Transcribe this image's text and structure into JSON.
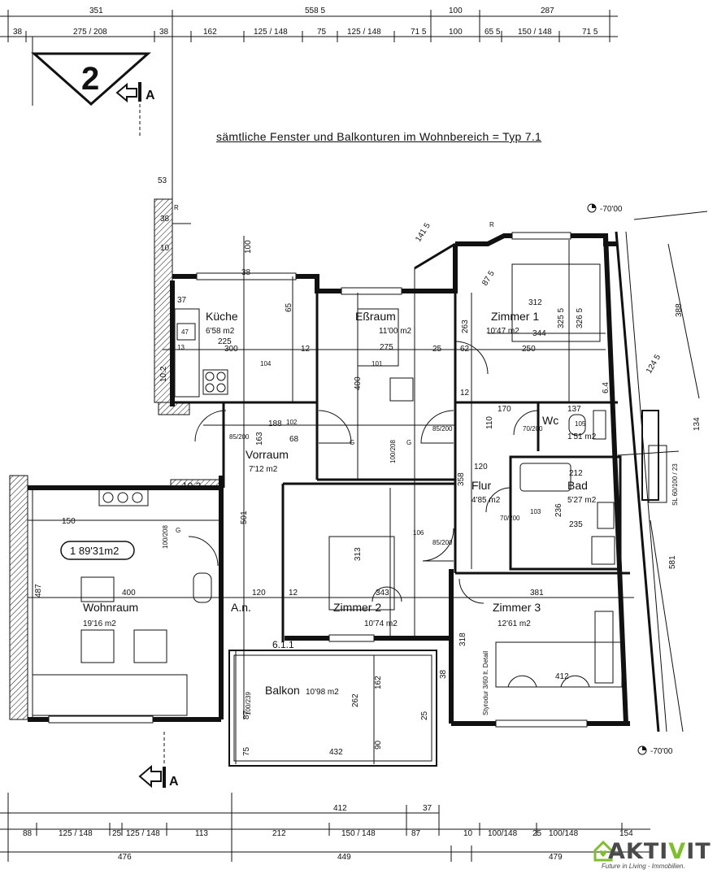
{
  "header_note": "sämtliche Fenster und Balkonturen im Wohnbereich = Typ 7.1",
  "top_number": "2",
  "section_marker": "A",
  "level_marks": [
    "-70'00",
    "-70'00"
  ],
  "unit_badge": "1   89'31m2",
  "rooms": {
    "kueche": {
      "name": "Küche",
      "area": "6'58 m2"
    },
    "essraum": {
      "name": "Eßraum",
      "area": "11'00 m2"
    },
    "zimmer1": {
      "name": "Zimmer 1",
      "area": "10'47 m2"
    },
    "vorraum": {
      "name": "Vorraum",
      "area": "7'12 m2"
    },
    "wc": {
      "name": "Wc",
      "area": "1'51 m2"
    },
    "flur": {
      "name": "Flur",
      "area": "4'85 m2"
    },
    "bad": {
      "name": "Bad",
      "area": "5'27 m2"
    },
    "wohnraum": {
      "name": "Wohnraum",
      "area": "19'16 m2"
    },
    "an": {
      "name": "A.n.",
      "area": ""
    },
    "zimmer2": {
      "name": "Zimmer 2",
      "area": "10'74 m2"
    },
    "zimmer3": {
      "name": "Zimmer 3",
      "area": "12'61 m2"
    },
    "balkon": {
      "name": "Balkon",
      "area": "10'98 m2"
    }
  },
  "top_dims_row1": [
    "351",
    "558 5",
    "100",
    "287"
  ],
  "top_dims_row2": [
    "38",
    "275 / 208",
    "38",
    "162",
    "125 / 148",
    "75",
    "125 / 148",
    "71 5",
    "100",
    "65 5",
    "150 / 148",
    "71 5"
  ],
  "bottom_dims_row1": [
    "412",
    "37"
  ],
  "bottom_dims_row2": [
    "88",
    "125 / 148",
    "25",
    "125 / 148",
    "113",
    "212",
    "150 / 148",
    "87",
    "10",
    "100/148",
    "25",
    "100/148",
    "154"
  ],
  "bottom_dims_row3": [
    "476",
    "449",
    "479"
  ],
  "door_labels": [
    "85/200",
    "100/208",
    "70/200",
    "85/200",
    "100/208",
    "85/200",
    "70/200",
    "100/239"
  ],
  "interior_dims": [
    "53",
    "38",
    "10",
    "38",
    "100",
    "37",
    "65",
    "225",
    "300",
    "12",
    "400",
    "275",
    "25",
    "62",
    "263",
    "312",
    "344",
    "250",
    "325 5",
    "326 5",
    "12",
    "170",
    "137",
    "110",
    "120",
    "358",
    "212",
    "236",
    "235",
    "188",
    "163",
    "68",
    "501",
    "150",
    "487",
    "400",
    "120",
    "313",
    "343",
    "381",
    "318",
    "412",
    "262",
    "162",
    "432",
    "87",
    "75",
    "90",
    "581",
    "388",
    "134",
    "124 5",
    "141 5",
    "87 5",
    "6.4",
    "10.2",
    "10.2",
    "6.1.1",
    "25",
    "38",
    "12"
  ],
  "misc_labels": [
    "Styrodur 3/60 lt. Detail",
    "SL 60/100 / 23",
    "R",
    "R",
    "G",
    "G",
    "G",
    "104",
    "102",
    "101",
    "103",
    "106",
    "105",
    "47",
    "13"
  ],
  "logo": {
    "word_a": "AKTI",
    "word_b": "V",
    "word_c": "IT",
    "slogan": "Future in Living - Immobilien."
  }
}
